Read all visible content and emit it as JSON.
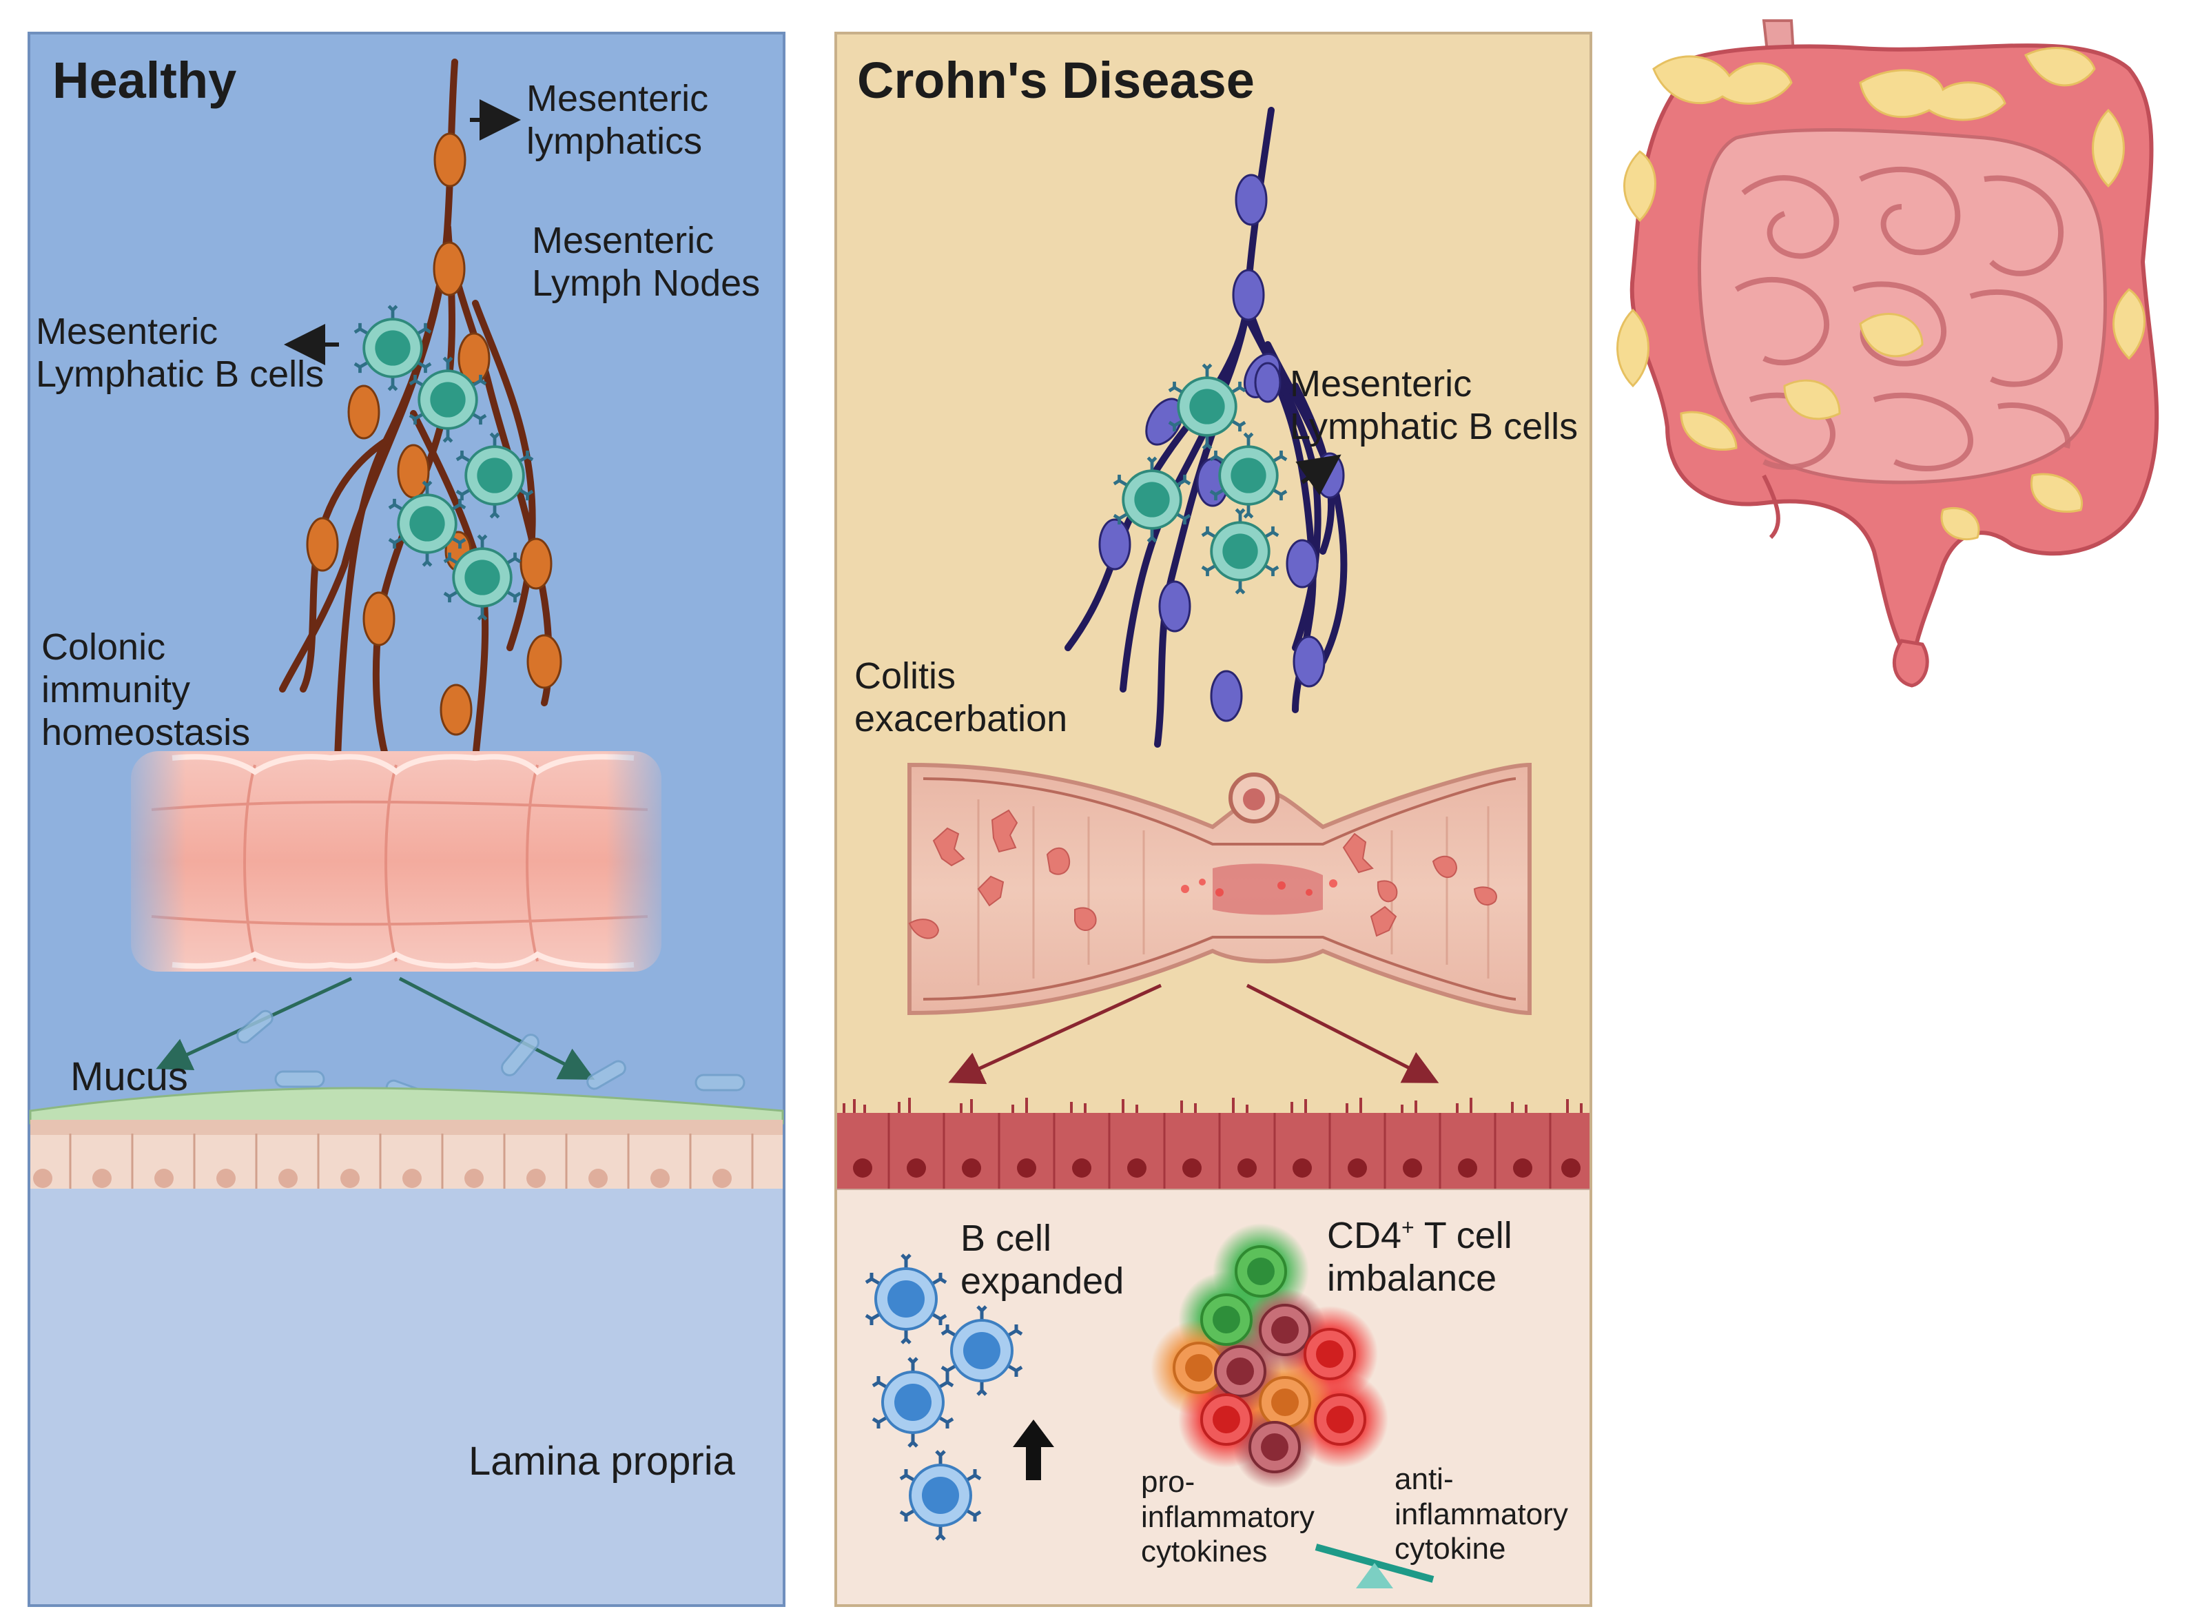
{
  "healthy": {
    "title": "Healthy",
    "labels": {
      "mesenteric_lymphatics": [
        "Mesenteric",
        "lymphatics"
      ],
      "mesenteric_lymph_nodes": [
        "Mesenteric",
        "Lymph Nodes"
      ],
      "lymphatic_b_cells": [
        "Mesenteric",
        "Lymphatic B cells"
      ],
      "colonic_homeostasis": [
        "Colonic",
        "immunity",
        "homeostasis"
      ],
      "mucus": "Mucus",
      "lamina_propria": "Lamina propria"
    }
  },
  "crohns": {
    "title": "Crohn's Disease",
    "labels": {
      "lymphatic_b_cells": [
        "Mesenteric",
        "Lymphatic B cells"
      ],
      "colitis": [
        "Colitis",
        "exacerbation"
      ],
      "b_cell_expanded": [
        "B cell",
        "expanded"
      ],
      "cd4_prefix": "CD4",
      "cd4_sup": "+",
      "cd4_suffix": " T cell",
      "imbalance": "imbalance",
      "pro_inflammatory": [
        "pro-",
        "inflammatory",
        "cytokines"
      ],
      "anti_inflammatory": [
        "anti-",
        "inflammatory",
        "cytokine"
      ]
    }
  },
  "colors": {
    "healthy_bg": "#8fb1de",
    "lamina_bg": "#b8cbe8",
    "crohns_bg": "#efd9ad",
    "crohns_lower_bg": "#f5e5da",
    "healthy_vessel": "#6b2a14",
    "healthy_node": "#d8742a",
    "crohns_vessel": "#221a5c",
    "crohns_node": "#6a66c9",
    "b_cell_teal": "#2f9e8e",
    "b_cell_blue": "#4d8ed0",
    "inflamed_epithelium": "#c85a5e",
    "mucus": "#bfe0b4"
  },
  "icons": [
    "lymph-vessel-icon",
    "b-cell-icon",
    "t-cell-icon",
    "colon-segment-icon",
    "epithelium-icon",
    "bacteria-icon",
    "intestine-icon",
    "up-arrow-icon",
    "balance-scale-icon"
  ]
}
